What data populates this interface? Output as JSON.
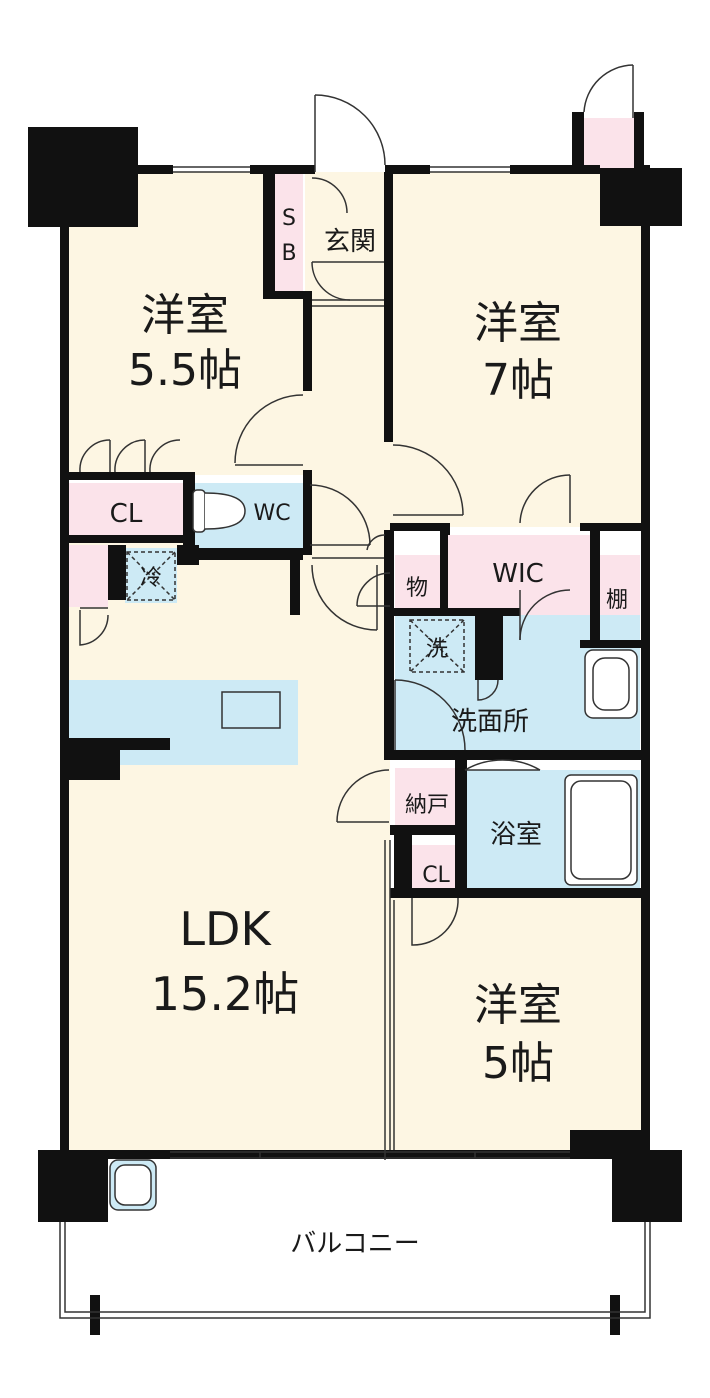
{
  "rooms": {
    "western_room_1": {
      "name": "洋室",
      "size": "5.5帖"
    },
    "western_room_2": {
      "name": "洋室",
      "size": "7帖"
    },
    "western_room_3": {
      "name": "洋室",
      "size": "5帖"
    },
    "ldk": {
      "name": "LDK",
      "size": "15.2帖"
    },
    "entrance": "玄関",
    "shoe_box_s": "S",
    "shoe_box_b": "B",
    "closet_1": "CL",
    "closet_2": "CL",
    "toilet": "WC",
    "refrigerator": "冷",
    "storage": "物",
    "walk_in_closet": "WIC",
    "shelf": "棚",
    "washer": "洗",
    "washroom": "洗面所",
    "storeroom": "納戸",
    "bathroom": "浴室",
    "balcony": "バルコニー"
  },
  "colors": {
    "room_fill": "#fdf6e3",
    "storage_fill": "#fbe3ea",
    "wet_fill": "#cdeaf5",
    "wall": "#111111",
    "line": "#333333"
  }
}
